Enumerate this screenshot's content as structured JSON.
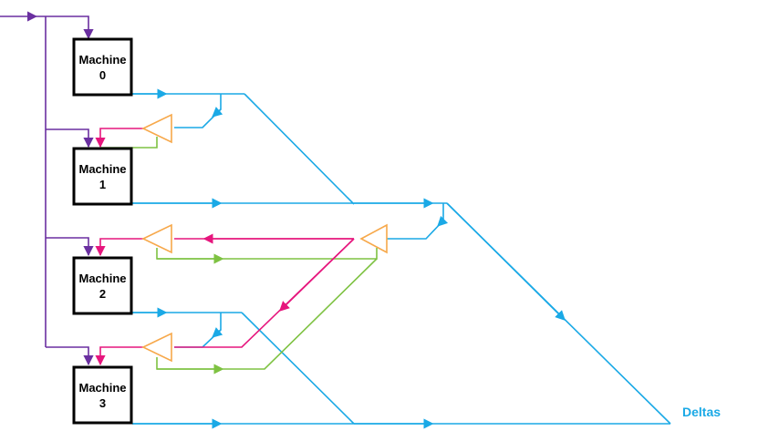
{
  "colors": {
    "input": "#6a2fa0",
    "delta": "#1aa9e6",
    "feedback": "#e6167d",
    "forward": "#7ec242",
    "adder": "#f7a84a",
    "box": "#000000"
  },
  "machines": [
    {
      "line1": "Machine",
      "line2": "0"
    },
    {
      "line1": "Machine",
      "line2": "1"
    },
    {
      "line1": "Machine",
      "line2": "2"
    },
    {
      "line1": "Machine",
      "line2": "3"
    }
  ],
  "output_label": "Deltas"
}
